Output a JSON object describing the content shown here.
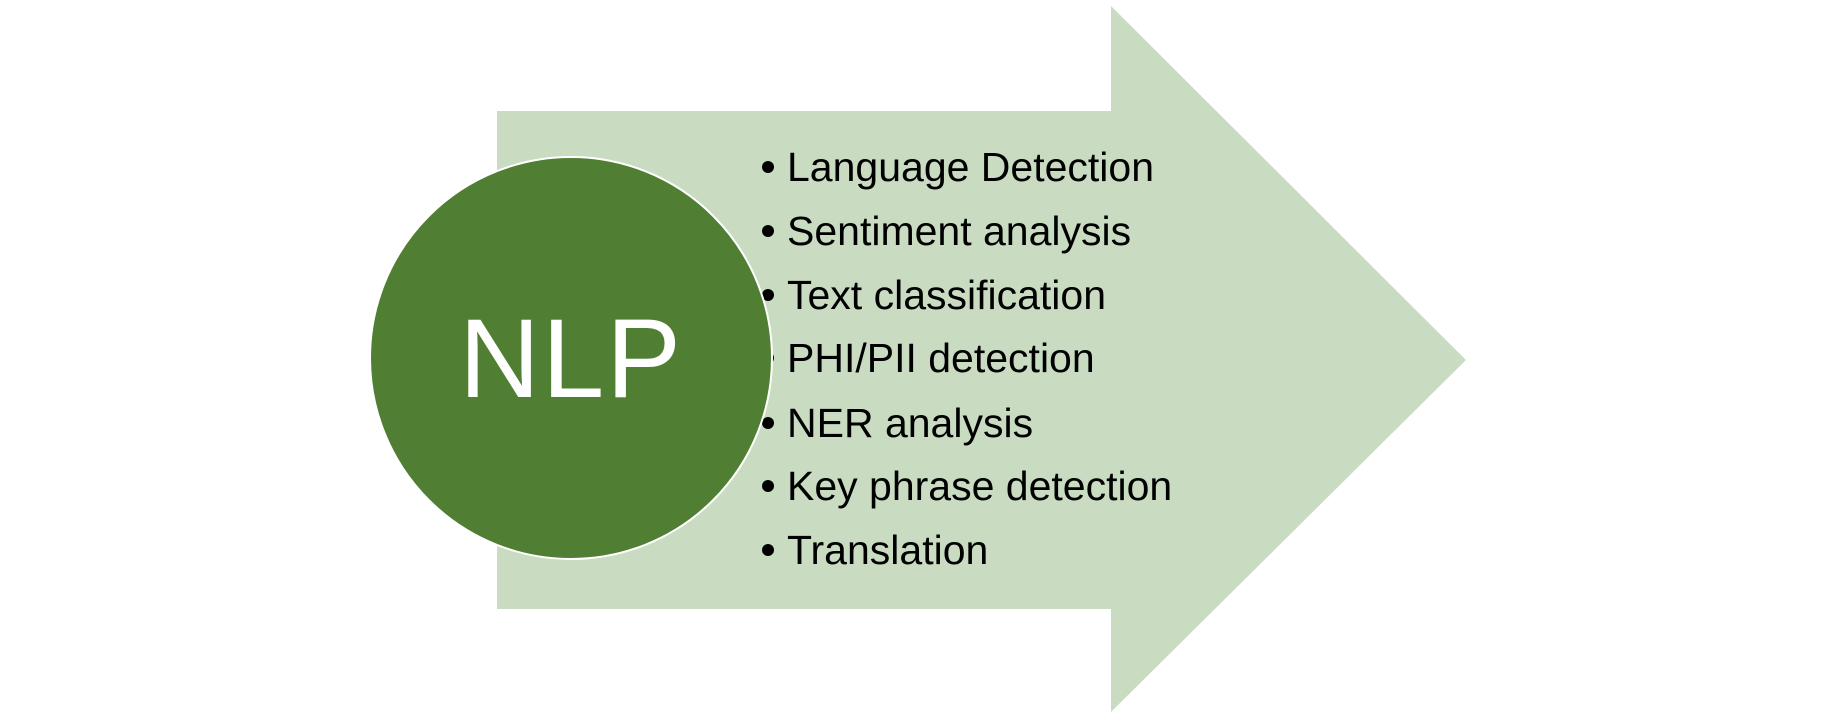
{
  "colors": {
    "arrow": "#c9dcc2",
    "circle": "#507e32",
    "text": "#000000",
    "circle_text": "#ffffff"
  },
  "circle_label": "NLP",
  "items": [
    "Language Detection",
    "Sentiment analysis",
    "Text classification",
    "PHI/PII detection",
    "NER analysis",
    "Key phrase detection",
    "Translation"
  ]
}
